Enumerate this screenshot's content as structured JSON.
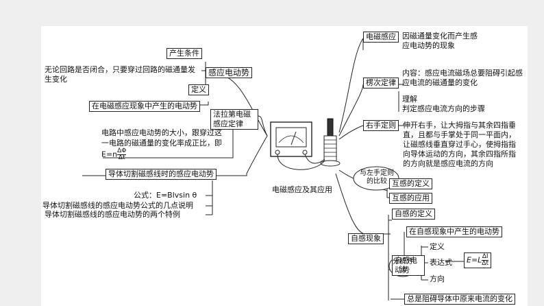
{
  "center": {
    "title": "电磁感应及其应用"
  },
  "left": {
    "induced_emf": "感应电动势",
    "condition_label": "产生条件",
    "condition_text": "无论回路是否闭合，只要穿过回路的磁通量发生变化",
    "definition_label": "定义",
    "definition_text": "在电磁感应现象中产生的电动势",
    "faraday_label": "法拉第电磁感应定律",
    "faraday_text": "电路中感应电动势的大小，跟穿过这一电路的磁通量的变化率成正比，即E=n",
    "faraday_num": "ΔΦ",
    "faraday_den": "Δt",
    "cutting_label": "导体切割磁感线时的感应电动势",
    "formula": "公式：E=Blvsin θ",
    "note1": "导体切割磁感线的感应电动势公式的几点说明",
    "note2": "导体切割磁感线的感应电动势的两个特例"
  },
  "right": {
    "em_induction_label": "电磁感应",
    "em_induction_text": "因磁通量变化而产生感应电动势的现象",
    "lenz_label": "楞次定律",
    "lenz_content": "内容：感应电流磁场总要阻碍引起感应电流的磁通量的变化",
    "lenz_understand": "理解",
    "lenz_steps": "判定感应电流方向的步骤",
    "right_hand_label": "右手定则",
    "right_hand_text": "伸开右手，让大拇指与其余四指垂直，且都与手掌处于同一平面内，让磁感线垂直穿过手心，使拇指指向导体运动的方向，其余四指所指的方向就是感应电流的方向",
    "compare_left": "与左手定则的比较",
    "mutual_def": "互感的定义",
    "mutual_app": "互感的应用",
    "self_label": "自感现象",
    "self_def": "自感的定义",
    "self_emf_text": "在自感现象中产生的电动势",
    "self_emf_label": "自感电动势",
    "analysis": "分析方法",
    "branch_def": "定义",
    "branch_expr": "表达式",
    "branch_dir": "方向",
    "expr_lhs": "E=L",
    "expr_num": "ΔI",
    "expr_den": "Δt",
    "self_summary": "总是阻碍导体中原来电流的变化"
  }
}
